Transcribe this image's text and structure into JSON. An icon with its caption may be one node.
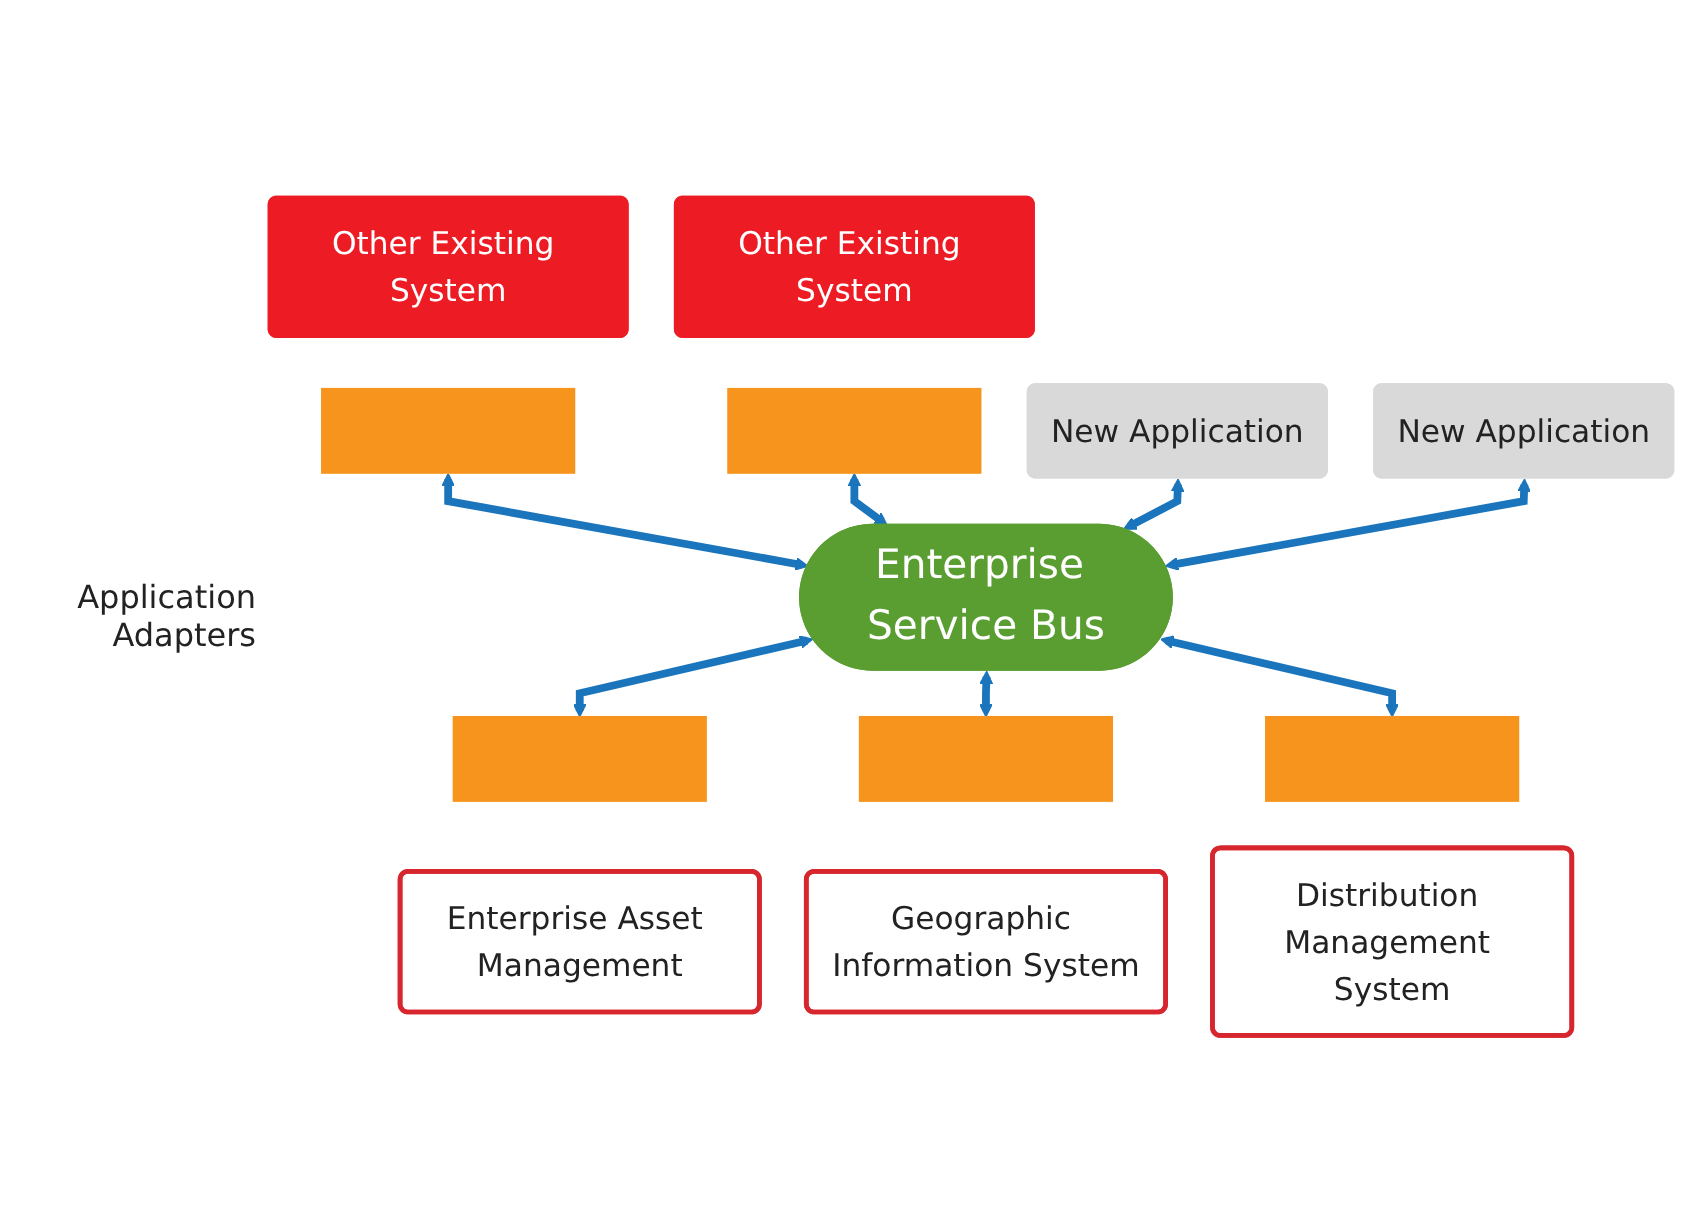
{
  "diagram": {
    "nodes": [
      {
        "text": [
          "Other Existing System"
        ]
      },
      {
        "text": [
          "Other Existing System"
        ]
      },
      {
        "text": [
          "New Application"
        ]
      },
      {
        "text": [
          "New Application"
        ]
      },
      {
        "text": [],
        "shape": "box"
      },
      {
        "text": [],
        "shape": "box"
      },
      {
        "text": [
          "Enterprise Service Bus"
        ]
      },
      {
        "text": [],
        "shape": "box"
      },
      {
        "text": [],
        "shape": "box"
      },
      {
        "text": [],
        "shape": "box"
      },
      {
        "text": [
          "Enterprise Asset Management"
        ]
      },
      {
        "text": [
          "Geographic Information System"
        ]
      },
      {
        "text": [
          "Distribution Management System"
        ]
      }
    ],
    "edges": [
      {
        "from": 4,
        "to": 6,
        "arrow": "both"
      },
      {
        "from": 5,
        "to": 6,
        "arrow": "both"
      },
      {
        "from": 2,
        "to": 6,
        "arrow": "both"
      },
      {
        "from": 3,
        "to": 6,
        "arrow": "both"
      },
      {
        "from": 6,
        "to": 7,
        "arrow": "both"
      },
      {
        "from": 6,
        "to": 8,
        "arrow": "both"
      },
      {
        "from": 6,
        "to": 9,
        "arrow": "both"
      }
    ],
    "labels": [
      "Application Adapters"
    ]
  }
}
